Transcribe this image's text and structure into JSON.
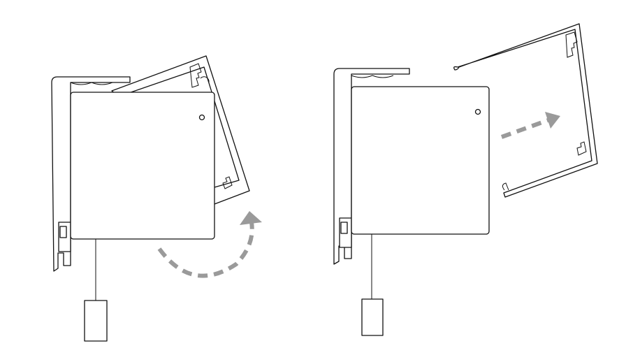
{
  "figures": [
    {
      "id": "closed-assembly",
      "action": "rotate-cover",
      "arrow_color": "#9a9a9a"
    },
    {
      "id": "cover-removed",
      "action": "slide-cover-off",
      "arrow_color": "#9a9a9a"
    }
  ],
  "colors": {
    "line": "#111111",
    "arrow": "#9a9a9a",
    "background": "#ffffff"
  }
}
